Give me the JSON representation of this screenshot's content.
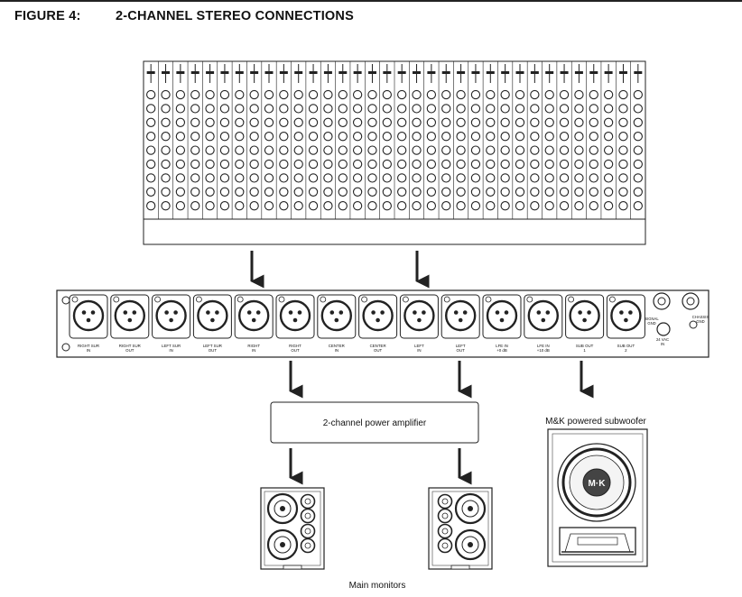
{
  "figure": {
    "number": "FIGURE 4:",
    "title": "2-CHANNEL STEREO CONNECTIONS"
  },
  "console": {
    "channel_count": 34,
    "knob_rows": 9
  },
  "bass_manager": {
    "connectors": [
      {
        "top": "RIGHT SUR",
        "bottom": "IN"
      },
      {
        "top": "RIGHT SUR",
        "bottom": "OUT"
      },
      {
        "top": "LEFT SUR",
        "bottom": "IN"
      },
      {
        "top": "LEFT SUR",
        "bottom": "OUT"
      },
      {
        "top": "RIGHT",
        "bottom": "IN"
      },
      {
        "top": "RIGHT",
        "bottom": "OUT"
      },
      {
        "top": "CENTER",
        "bottom": "IN"
      },
      {
        "top": "CENTER",
        "bottom": "OUT"
      },
      {
        "top": "LEFT",
        "bottom": "IN"
      },
      {
        "top": "LEFT",
        "bottom": "OUT"
      },
      {
        "top": "LFE IN",
        "bottom": "+0 dB"
      },
      {
        "top": "LFE IN",
        "bottom": "+10 dB"
      },
      {
        "top": "SUB OUT",
        "bottom": "1"
      },
      {
        "top": "SUB OUT",
        "bottom": "2"
      }
    ],
    "power": {
      "signal_gnd": [
        "SIGNAL",
        "GND"
      ],
      "chassis_gnd": [
        "CHASSIS",
        "GND"
      ],
      "vac": [
        "24 VAC",
        "IN"
      ]
    }
  },
  "amplifier": {
    "label": "2-channel power amplifier"
  },
  "subwoofer": {
    "label": "M&K powered subwoofer",
    "logo": "M·K"
  },
  "monitors": {
    "label": "Main monitors"
  }
}
